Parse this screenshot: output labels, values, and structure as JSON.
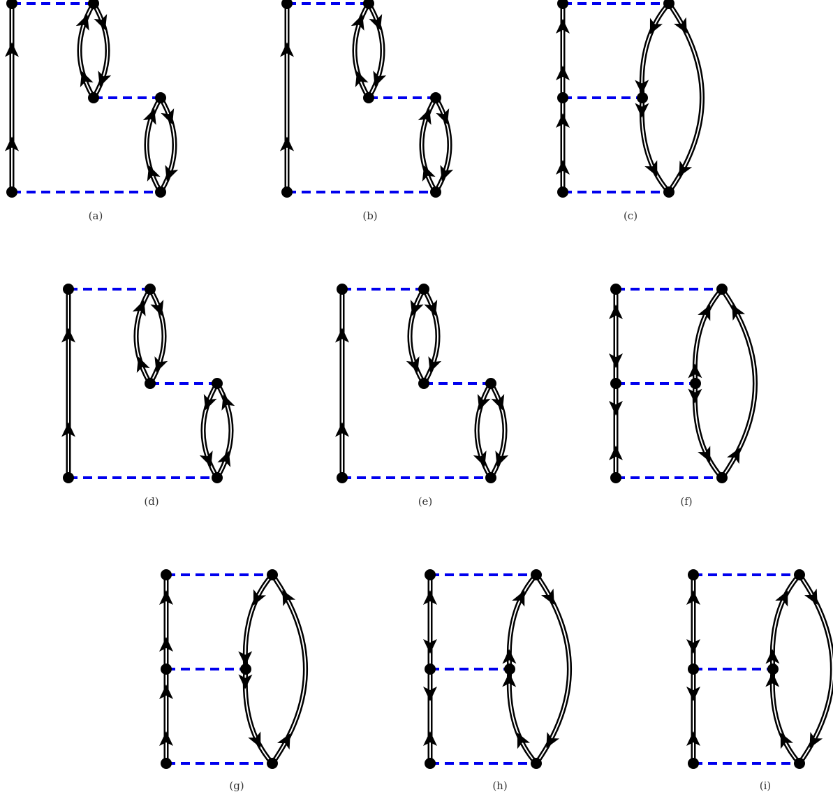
{
  "colors": {
    "propagator": "#000000",
    "interaction": "#0000ee",
    "background": "#ffffff"
  },
  "diagrams": [
    {
      "label": "(a)",
      "type": "two-bubbles",
      "ladder": [
        "up",
        "up"
      ],
      "bubble1": {
        "left": "up",
        "right": "down"
      },
      "bubble2": {
        "left": "up",
        "right": "down"
      }
    },
    {
      "label": "(b)",
      "type": "two-bubbles",
      "ladder": [
        "up",
        "up"
      ],
      "bubble1": {
        "left": "up",
        "right": "down"
      },
      "bubble2": {
        "left": "up",
        "right": "down"
      }
    },
    {
      "label": "(c)",
      "type": "ladder",
      "left": [
        "up",
        "up",
        "up",
        "up"
      ],
      "innerTop": "down",
      "innerBottom": "down",
      "outer": "down"
    },
    {
      "label": "(d)",
      "type": "two-bubbles",
      "ladder": [
        "up",
        "up"
      ],
      "bubble1": {
        "left": "up",
        "right": "down"
      },
      "bubble2": {
        "left": "down",
        "right": "up"
      }
    },
    {
      "label": "(e)",
      "type": "two-bubbles",
      "ladder": [
        "up",
        "up"
      ],
      "bubble1": {
        "left": "down",
        "right": "down"
      },
      "bubble2": {
        "left": "down",
        "right": "down"
      }
    },
    {
      "label": "(f)",
      "type": "ladder",
      "left": [
        "up",
        "down",
        "down",
        "up"
      ],
      "innerTop": "up",
      "innerBottom": "down",
      "outer": "up"
    },
    {
      "label": "(g)",
      "type": "ladder",
      "left": [
        "up",
        "up",
        "up",
        "up"
      ],
      "innerTop": "down",
      "innerBottom": "down",
      "outer": "up"
    },
    {
      "label": "(h)",
      "type": "ladder",
      "left": [
        "up",
        "down",
        "down",
        "up"
      ],
      "innerTop": "up",
      "innerBottom": "up",
      "outer": "down"
    },
    {
      "label": "(i)",
      "type": "ladder",
      "left": [
        "up",
        "down",
        "down",
        "up"
      ],
      "innerTop": "up",
      "innerBottom": "up",
      "outer": "down"
    }
  ]
}
